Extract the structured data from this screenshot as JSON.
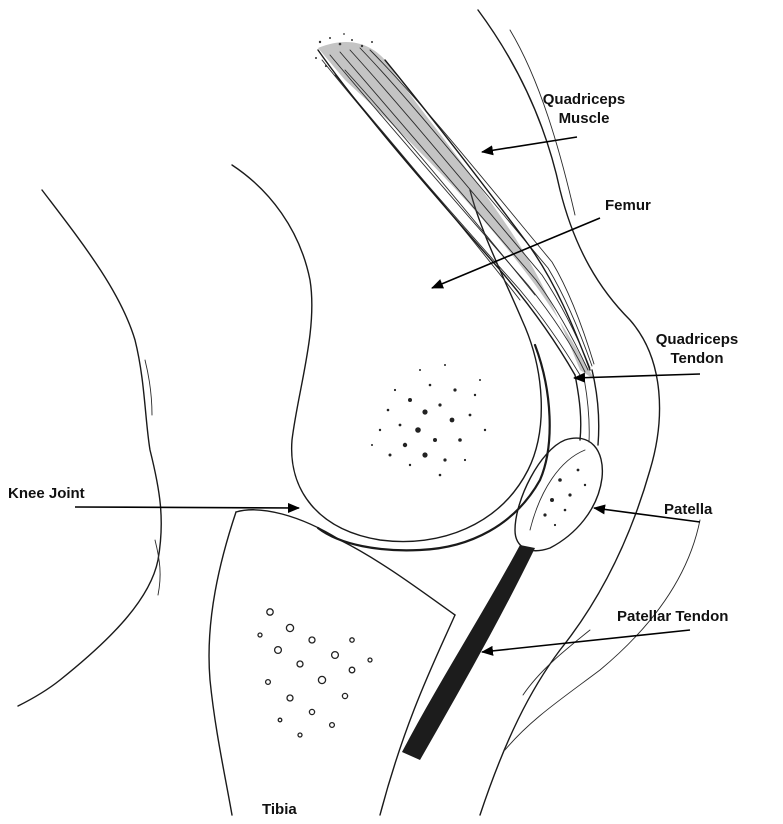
{
  "labels": {
    "quadriceps_muscle_1": "Quadriceps",
    "quadriceps_muscle_2": "Muscle",
    "femur": "Femur",
    "quadriceps_tendon_1": "Quadriceps",
    "quadriceps_tendon_2": "Tendon",
    "knee_joint": "Knee Joint",
    "patella": "Patella",
    "patellar_tendon": "Patellar Tendon",
    "tibia": "Tibia"
  }
}
